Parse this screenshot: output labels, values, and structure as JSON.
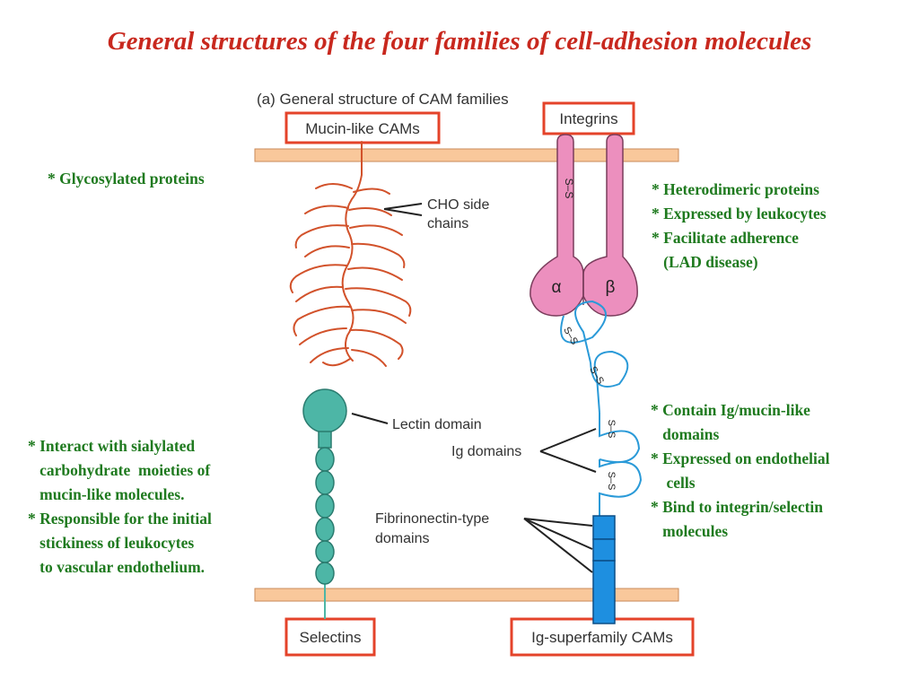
{
  "title": "General structures of the four families of cell-adhesion molecules",
  "figure": {
    "caption": "(a) General structure of CAM families",
    "families": {
      "mucin": "Mucin-like CAMs",
      "integrins": "Integrins",
      "selectins": "Selectins",
      "igsf": "Ig-superfamily CAMs"
    },
    "labels": {
      "cho_line1": "CHO side",
      "cho_line2": "chains",
      "lectin": "Lectin domain",
      "ig": "Ig domains",
      "fib_line1": "Fibrinonectin-type",
      "fib_line2": "domains",
      "alpha": "α",
      "beta": "β",
      "ss": "S–S"
    }
  },
  "notes": {
    "mucin": [
      "* Glycosylated proteins"
    ],
    "integrin": [
      "* Heterodimeric proteins",
      "* Expressed by leukocytes",
      "* Facilitate adherence",
      "   (LAD disease)"
    ],
    "selectin": [
      "* Interact with sialylated",
      "   carbohydrate  moieties of",
      "   mucin-like molecules.",
      "",
      "* Responsible for the initial",
      "   stickiness of leukocytes",
      "   to vascular endothelium."
    ],
    "igsf": [
      "* Contain Ig/mucin-like",
      "   domains",
      "* Expressed on endothelial",
      "    cells",
      "* Bind to integrin/selectin",
      "   molecules"
    ]
  },
  "colors": {
    "title": "#c8281e",
    "notes": "#1f7a1f",
    "box_border": "#e4432a",
    "membrane": "#f9c89b",
    "cho_chain": "#d2522b",
    "integrin": "#ec8fbe",
    "ig_loop": "#2a9ad8",
    "selectin": "#4db6a6",
    "fibronectin": "#1e8fe0"
  }
}
